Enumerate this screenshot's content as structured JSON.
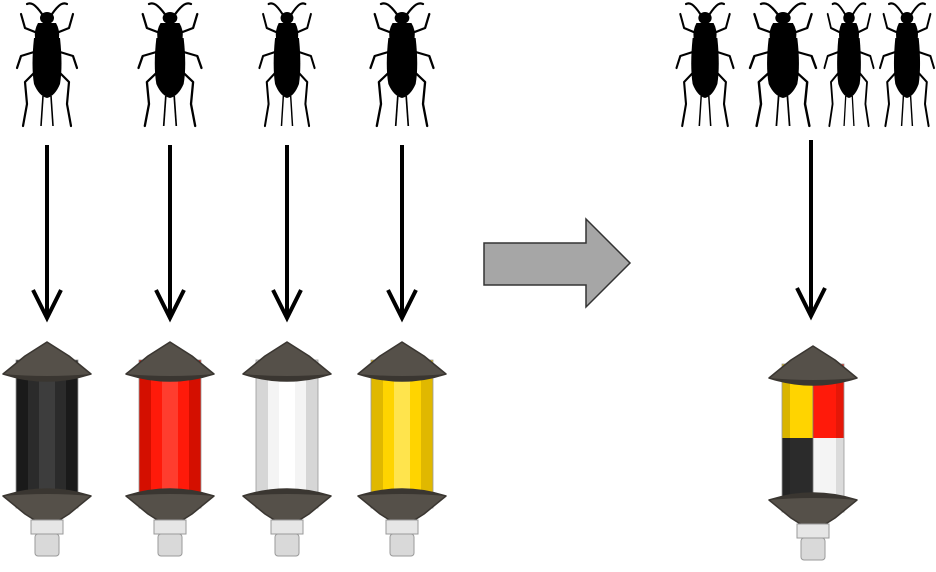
{
  "diagram": {
    "left_group": {
      "beetle_icon": "beetle-silhouette-icon",
      "traps": [
        {
          "color_name": "black",
          "fill": "#2b2b2b",
          "shade": "#1a1a1a",
          "light": "#3d3d3d"
        },
        {
          "color_name": "red",
          "fill": "#ff1a0a",
          "shade": "#d40f00",
          "light": "#ff3d2e"
        },
        {
          "color_name": "white",
          "fill": "#f4f4f4",
          "shade": "#d6d6d6",
          "light": "#ffffff"
        },
        {
          "color_name": "yellow",
          "fill": "#ffd400",
          "shade": "#e0b800",
          "light": "#ffe44d"
        }
      ]
    },
    "transition_arrow": {
      "fill": "#a6a6a6",
      "stroke": "#333333"
    },
    "right_group": {
      "beetle_count": 4,
      "combined_trap": {
        "quadrants": [
          {
            "position": "top-left",
            "color_name": "yellow",
            "fill": "#ffd400"
          },
          {
            "position": "top-right",
            "color_name": "red",
            "fill": "#ff1a0a"
          },
          {
            "position": "bottom-left",
            "color_name": "black",
            "fill": "#2b2b2b"
          },
          {
            "position": "bottom-right",
            "color_name": "white",
            "fill": "#f4f4f4"
          }
        ]
      }
    },
    "colors": {
      "cap": "#555049",
      "cap_dark": "#3a3631",
      "arrow": "#000000",
      "base": "#e6e6e6"
    }
  }
}
